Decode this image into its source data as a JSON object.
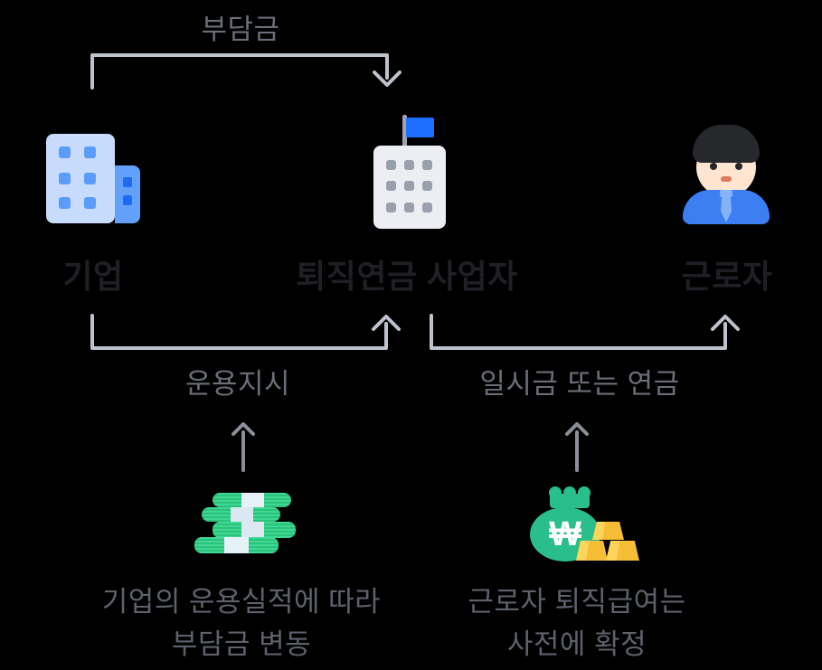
{
  "labels": {
    "contribution": "부담금",
    "management_instruction": "운용지시",
    "payout": "일시금 또는 연금",
    "company": "기업",
    "provider": "퇴직연금 사업자",
    "worker": "근로자",
    "note_company_line1": "기업의 운용실적에 따라",
    "note_company_line2": "부담금 변동",
    "note_worker_line1": "근로자 퇴직급여는",
    "note_worker_line2": "사전에 확정",
    "won_symbol": "₩"
  },
  "flows": [
    {
      "label": "부담금",
      "from": "기업",
      "to": "퇴직연금 사업자"
    },
    {
      "label": "운용지시",
      "from": "기업",
      "to": "퇴직연금 사업자"
    },
    {
      "label": "일시금 또는 연금",
      "from": "퇴직연금 사업자",
      "to": "근로자"
    }
  ],
  "icons": {
    "company": "company-building-icon",
    "provider": "flag-building-icon",
    "worker": "worker-person-icon",
    "note_company": "money-stack-icon",
    "note_worker": "money-bag-gold-icon"
  },
  "colors": {
    "background": "#000000",
    "connector_line": "#bdc2cd",
    "note_arrow": "#8a8f99",
    "flow_label_text": "#6a6e78",
    "entity_label_text": "#1e2025",
    "note_text": "#5d616b",
    "company_building": "#c7dbfc",
    "company_window": "#5b9cfa",
    "company_annex": "#63a0fa",
    "company_annex_window": "#1e6bf1",
    "provider_building": "#eceef3",
    "provider_window": "#9aa0ab",
    "flag_blue": "#1f6ffe",
    "flag_pole": "#9ea4ae",
    "hair": "#26282c",
    "skin": "#fde5d1",
    "shirt_blue": "#3d7ef2",
    "tie_blue": "#85b2f8",
    "bill_green": "#3fd794",
    "bill_band": "#e7f1f8",
    "bag_green": "#2abe8c",
    "gold": "#f6bd37",
    "gold_highlight": "#ffd45a"
  }
}
